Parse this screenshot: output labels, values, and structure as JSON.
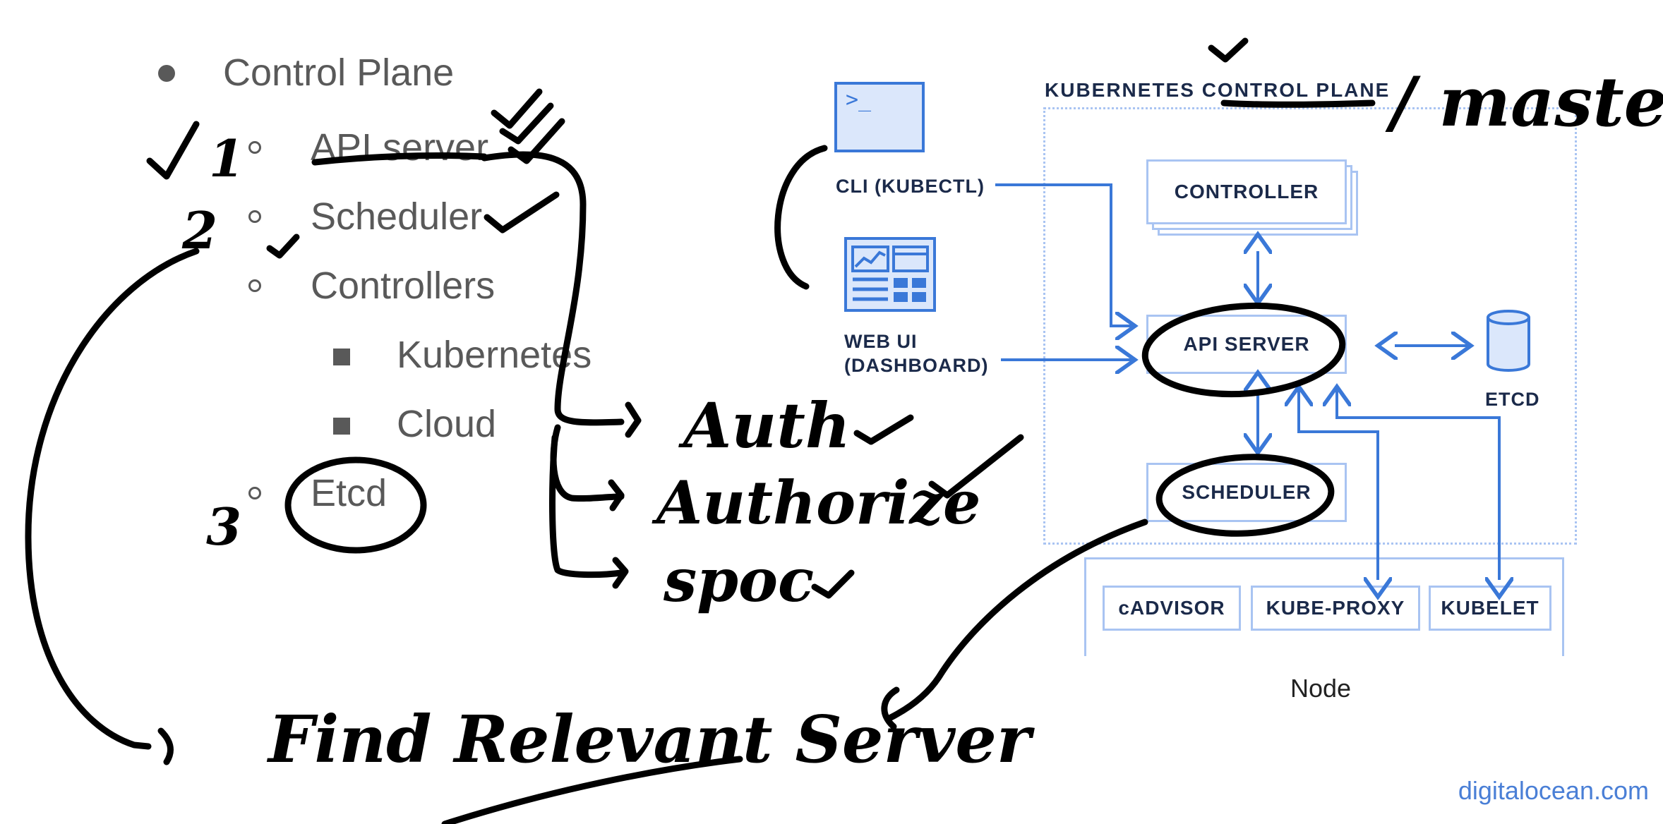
{
  "bullets": {
    "control_plane": "Control Plane",
    "api_server": "API server",
    "scheduler": "Scheduler",
    "controllers": "Controllers",
    "kubernetes": "Kubernetes",
    "cloud": "Cloud",
    "etcd": "Etcd"
  },
  "diagram": {
    "plane_title": "KUBERNETES CONTROL PLANE",
    "cli_label": "CLI (KUBECTL)",
    "webui_label_line1": "WEB UI",
    "webui_label_line2": "(DASHBOARD)",
    "controller": "CONTROLLER",
    "api_server": "API SERVER",
    "scheduler": "SCHEDULER",
    "etcd": "ETCD",
    "cadvisor": "cADVISOR",
    "kube_proxy": "KUBE-PROXY",
    "kubelet": "KUBELET",
    "node": "Node",
    "cli_prompt": ">_"
  },
  "handwriting": {
    "master": "/ master",
    "num1": "1",
    "num2": "2",
    "num3": "3",
    "auth": "Auth",
    "authorize": "Authorize",
    "spoc": "spoc",
    "find_relevant_server": "Find Relevant Server"
  },
  "credit": "digitalocean.com",
  "colors": {
    "accent_blue": "#3a78d8",
    "light_blue": "#a9c4f2",
    "navy_text": "#1b2a4a",
    "ink": "#000000",
    "bullet_gray": "#595959"
  }
}
